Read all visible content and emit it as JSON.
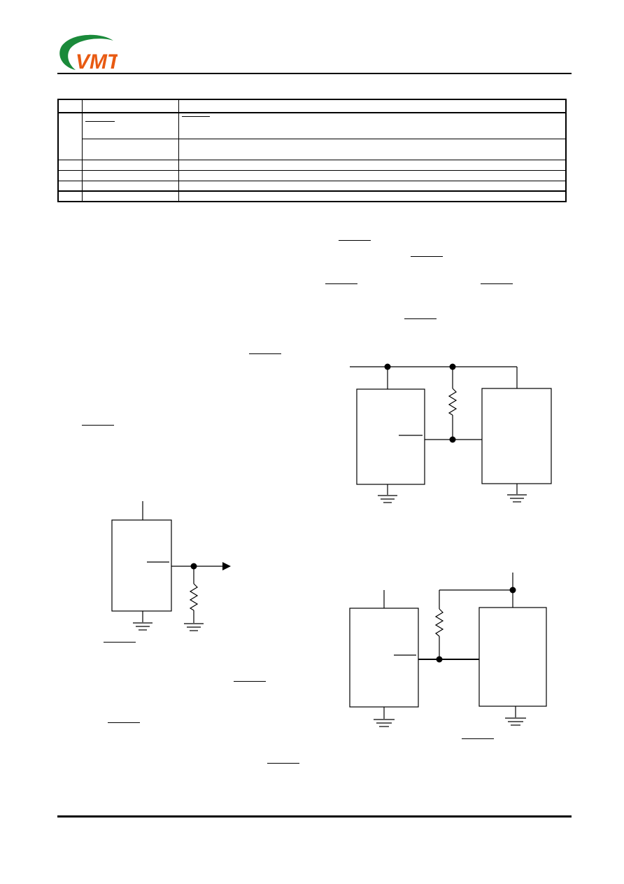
{
  "header": {
    "logo": {
      "text": "VMT",
      "colors": {
        "swoosh": "#1a8a3a",
        "text": "#e85a12"
      }
    }
  },
  "spec_table": {
    "rows": 6,
    "columns": 3
  },
  "figures": [
    {
      "id": "pull-down-circuit",
      "icons": [
        "resistor-icon",
        "ground-icon",
        "arrow-icon"
      ]
    },
    {
      "id": "pull-up-circuit-a",
      "icons": [
        "resistor-icon",
        "ground-icon"
      ]
    },
    {
      "id": "pull-up-circuit-b",
      "icons": [
        "resistor-icon",
        "ground-icon"
      ]
    }
  ]
}
